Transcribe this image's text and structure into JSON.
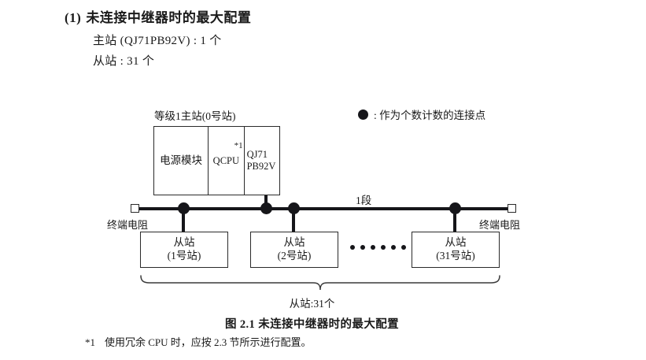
{
  "section": {
    "number": "(1)",
    "title": "未连接中继器时的最大配置",
    "line1": "主站 (QJ71PB92V) : 1 个",
    "line2": "从站 : 31 个"
  },
  "legend": {
    "symbol": "●",
    "text": ": 作为个数计数的连接点"
  },
  "diagram": {
    "master": {
      "label": "等级1主站(0号站)",
      "cells": [
        {
          "name": "power-module",
          "text": "电源模块"
        },
        {
          "name": "cpu-module",
          "text": "QCPU",
          "superscript": "*1"
        },
        {
          "name": "network-module",
          "line1": "QJ71",
          "line2": "PB92V"
        }
      ]
    },
    "bus": {
      "segment_label": "1段",
      "terminator_left": "终端电阻",
      "terminator_right": "终端电阻"
    },
    "slaves": [
      {
        "title": "从站",
        "station": "(1号站)"
      },
      {
        "title": "从站",
        "station": "(2号站)"
      },
      {
        "title": "从站",
        "station": "(31号站)"
      }
    ],
    "ellipsis_dot_count": 6,
    "brace_label": "从站:31个"
  },
  "caption": "图 2.1  未连接中继器时的最大配置",
  "footnote": {
    "mark": "*1",
    "text": "使用冗余 CPU 时，应按 2.3 节所示进行配置。"
  },
  "colors": {
    "ink": "#1a1a1a",
    "line": "#2a2a2a",
    "node": "#16161a",
    "background": "#ffffff"
  }
}
